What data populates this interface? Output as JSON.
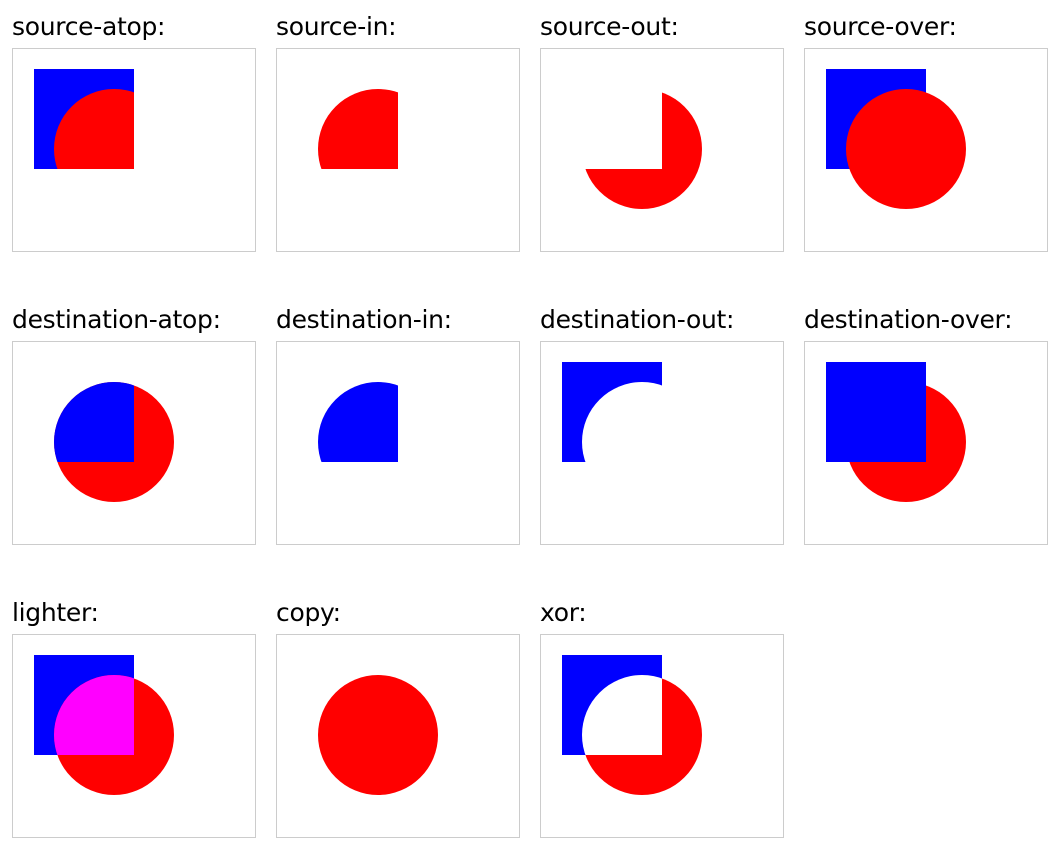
{
  "colors": {
    "destination": "#0000ff",
    "source": "#ff0000",
    "lighter_overlap": "#ff00ff",
    "border": "#cccccc"
  },
  "shapes": {
    "destination": "square",
    "source": "circle"
  },
  "modes": [
    {
      "id": "source-atop",
      "label": "source-atop:"
    },
    {
      "id": "source-in",
      "label": "source-in:"
    },
    {
      "id": "source-out",
      "label": "source-out:"
    },
    {
      "id": "source-over",
      "label": "source-over:"
    },
    {
      "id": "destination-atop",
      "label": "destination-atop:"
    },
    {
      "id": "destination-in",
      "label": "destination-in:"
    },
    {
      "id": "destination-out",
      "label": "destination-out:"
    },
    {
      "id": "destination-over",
      "label": "destination-over:"
    },
    {
      "id": "lighter",
      "label": "lighter:"
    },
    {
      "id": "copy",
      "label": "copy:"
    },
    {
      "id": "xor",
      "label": "xor:"
    }
  ]
}
